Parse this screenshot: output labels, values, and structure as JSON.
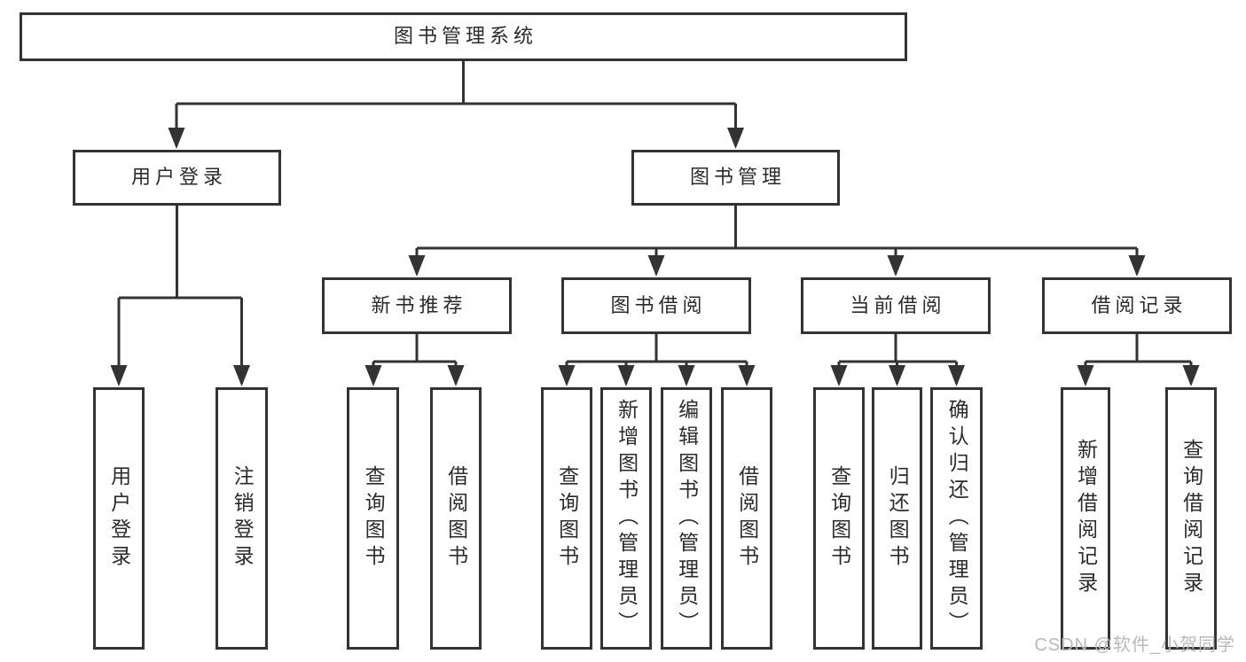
{
  "colors": {
    "background": "#ffffff",
    "line": "#333333",
    "box_border": "#333333",
    "text": "#2b2b2b",
    "watermark": "#b9b9b9"
  },
  "diagram": {
    "root": {
      "label": "图书管理系统"
    },
    "branches": [
      {
        "label": "用户登录",
        "children": [
          {
            "label": "用户登录"
          },
          {
            "label": "注销登录"
          }
        ]
      },
      {
        "label": "图书管理",
        "children": [
          {
            "label": "新书推荐",
            "children": [
              {
                "label": "查询图书"
              },
              {
                "label": "借阅图书"
              }
            ]
          },
          {
            "label": "图书借阅",
            "children": [
              {
                "label": "查询图书"
              },
              {
                "label": "新增图书（管理员）"
              },
              {
                "label": "编辑图书（管理员）"
              },
              {
                "label": "借阅图书"
              }
            ]
          },
          {
            "label": "当前借阅",
            "children": [
              {
                "label": "查询图书"
              },
              {
                "label": "归还图书"
              },
              {
                "label": "确认归还（管理员）"
              }
            ]
          },
          {
            "label": "借阅记录",
            "children": [
              {
                "label": "新增借阅记录"
              },
              {
                "label": "查询借阅记录"
              }
            ]
          }
        ]
      }
    ]
  },
  "watermark": {
    "text": "CSDN @软件_小贺同学"
  }
}
